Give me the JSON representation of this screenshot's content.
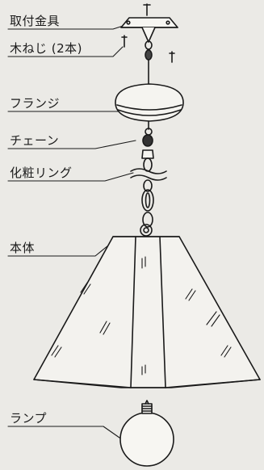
{
  "labels": {
    "mount_bracket": "取付金具",
    "wood_screw": "木ねじ (2本)",
    "flange": "フランジ",
    "chain": "チェーン",
    "decor_ring": "化粧リング",
    "body": "本体",
    "lamp": "ランプ"
  },
  "colors": {
    "background": "#ebeae6",
    "ink": "#1a1a1a"
  }
}
